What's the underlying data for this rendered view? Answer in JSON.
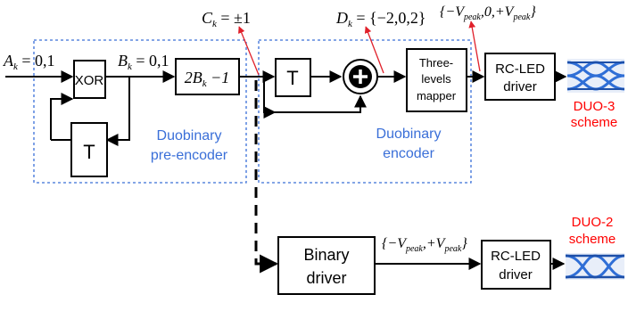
{
  "blocks": {
    "xor": "XOR",
    "delay_pre": "T",
    "map_2b": "2B",
    "map_2b_sub": "k",
    "map_2b_rest": " −1",
    "delay_enc": "T",
    "mapper_line1": "Three-",
    "mapper_line2": "levels",
    "mapper_line3": "mapper",
    "rcled_top_line1": "RC-LED",
    "rcled_top_line2": "driver",
    "binary_line1": "Binary",
    "binary_line2": "driver",
    "rcled_bottom_line1": "RC-LED",
    "rcled_bottom_line2": "driver"
  },
  "groups": {
    "pre_encoder_line1": "Duobinary",
    "pre_encoder_line2": "pre-encoder",
    "encoder_line1": "Duobinary",
    "encoder_line2": "encoder"
  },
  "signals": {
    "a_main": "A",
    "a_sub": "k",
    "a_val": " = 0,1",
    "b_main": "B",
    "b_sub": "k",
    "b_val": " = 0,1",
    "c_main": "C",
    "c_sub": "k",
    "c_val": " = ±1",
    "d_main": "D",
    "d_sub": "k",
    "d_val": " = {−2,0,2}",
    "v3_open": "{−V",
    "v3_sub1": "peak",
    "v3_mid": ",0,+V",
    "v3_sub2": "peak",
    "v3_close": "}",
    "v2_open": "{−V",
    "v2_sub1": "peak",
    "v2_mid": ",+V",
    "v2_sub2": "peak",
    "v2_close": "}"
  },
  "schemes": {
    "duo3_line1": "DUO-3",
    "duo3_line2": "scheme",
    "duo2_line1": "DUO-2",
    "duo2_line2": "scheme"
  },
  "colors": {
    "group_label": "#3a6fd8",
    "scheme_label": "#ff0000",
    "annotation_arrow": "#e0202a",
    "eye_fill": "#2f6ed6"
  }
}
